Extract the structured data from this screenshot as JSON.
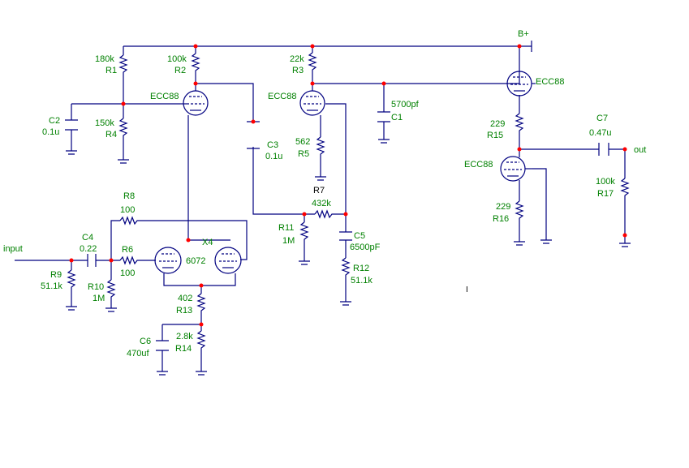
{
  "labels": {
    "bplus": "B+",
    "input": "input",
    "out": "out",
    "x4": "X4",
    "ecc88_v1": "ECC88",
    "ecc88_v2": "ECC88",
    "ecc88_v3": "ECC88",
    "ecc88_v4": "ECC88",
    "tube_6072": "6072",
    "cursor_mark": "I"
  },
  "components": {
    "r1": {
      "ref": "R1",
      "value": "180k"
    },
    "r2": {
      "ref": "R2",
      "value": "100k"
    },
    "r3": {
      "ref": "R3",
      "value": "22k"
    },
    "r4": {
      "ref": "R4",
      "value": "150k"
    },
    "r5": {
      "ref": "R5",
      "value": "562"
    },
    "r6": {
      "ref": "R6",
      "value": "100"
    },
    "r7": {
      "ref": "R7",
      "value": "432k"
    },
    "r8": {
      "ref": "R8",
      "value": "100"
    },
    "r9": {
      "ref": "R9",
      "value": "51.1k"
    },
    "r10": {
      "ref": "R10",
      "value": "1M"
    },
    "r11": {
      "ref": "R11",
      "value": "1M"
    },
    "r12": {
      "ref": "R12",
      "value": "51.1k"
    },
    "r13": {
      "ref": "R13",
      "value": "402"
    },
    "r14": {
      "ref": "R14",
      "value": "2.8k"
    },
    "r15": {
      "ref": "R15",
      "value": "229"
    },
    "r16": {
      "ref": "R16",
      "value": "229"
    },
    "r17": {
      "ref": "R17",
      "value": "100k"
    },
    "c1": {
      "ref": "C1",
      "value": "5700pf"
    },
    "c2": {
      "ref": "C2",
      "value": "0.1u"
    },
    "c3": {
      "ref": "C3",
      "value": "0.1u"
    },
    "c4": {
      "ref": "C4",
      "value": "0.22"
    },
    "c5": {
      "ref": "C5",
      "value": "6500pF"
    },
    "c6": {
      "ref": "C6",
      "value": "470uf"
    },
    "c7": {
      "ref": "C7",
      "value": "0.47u"
    }
  }
}
